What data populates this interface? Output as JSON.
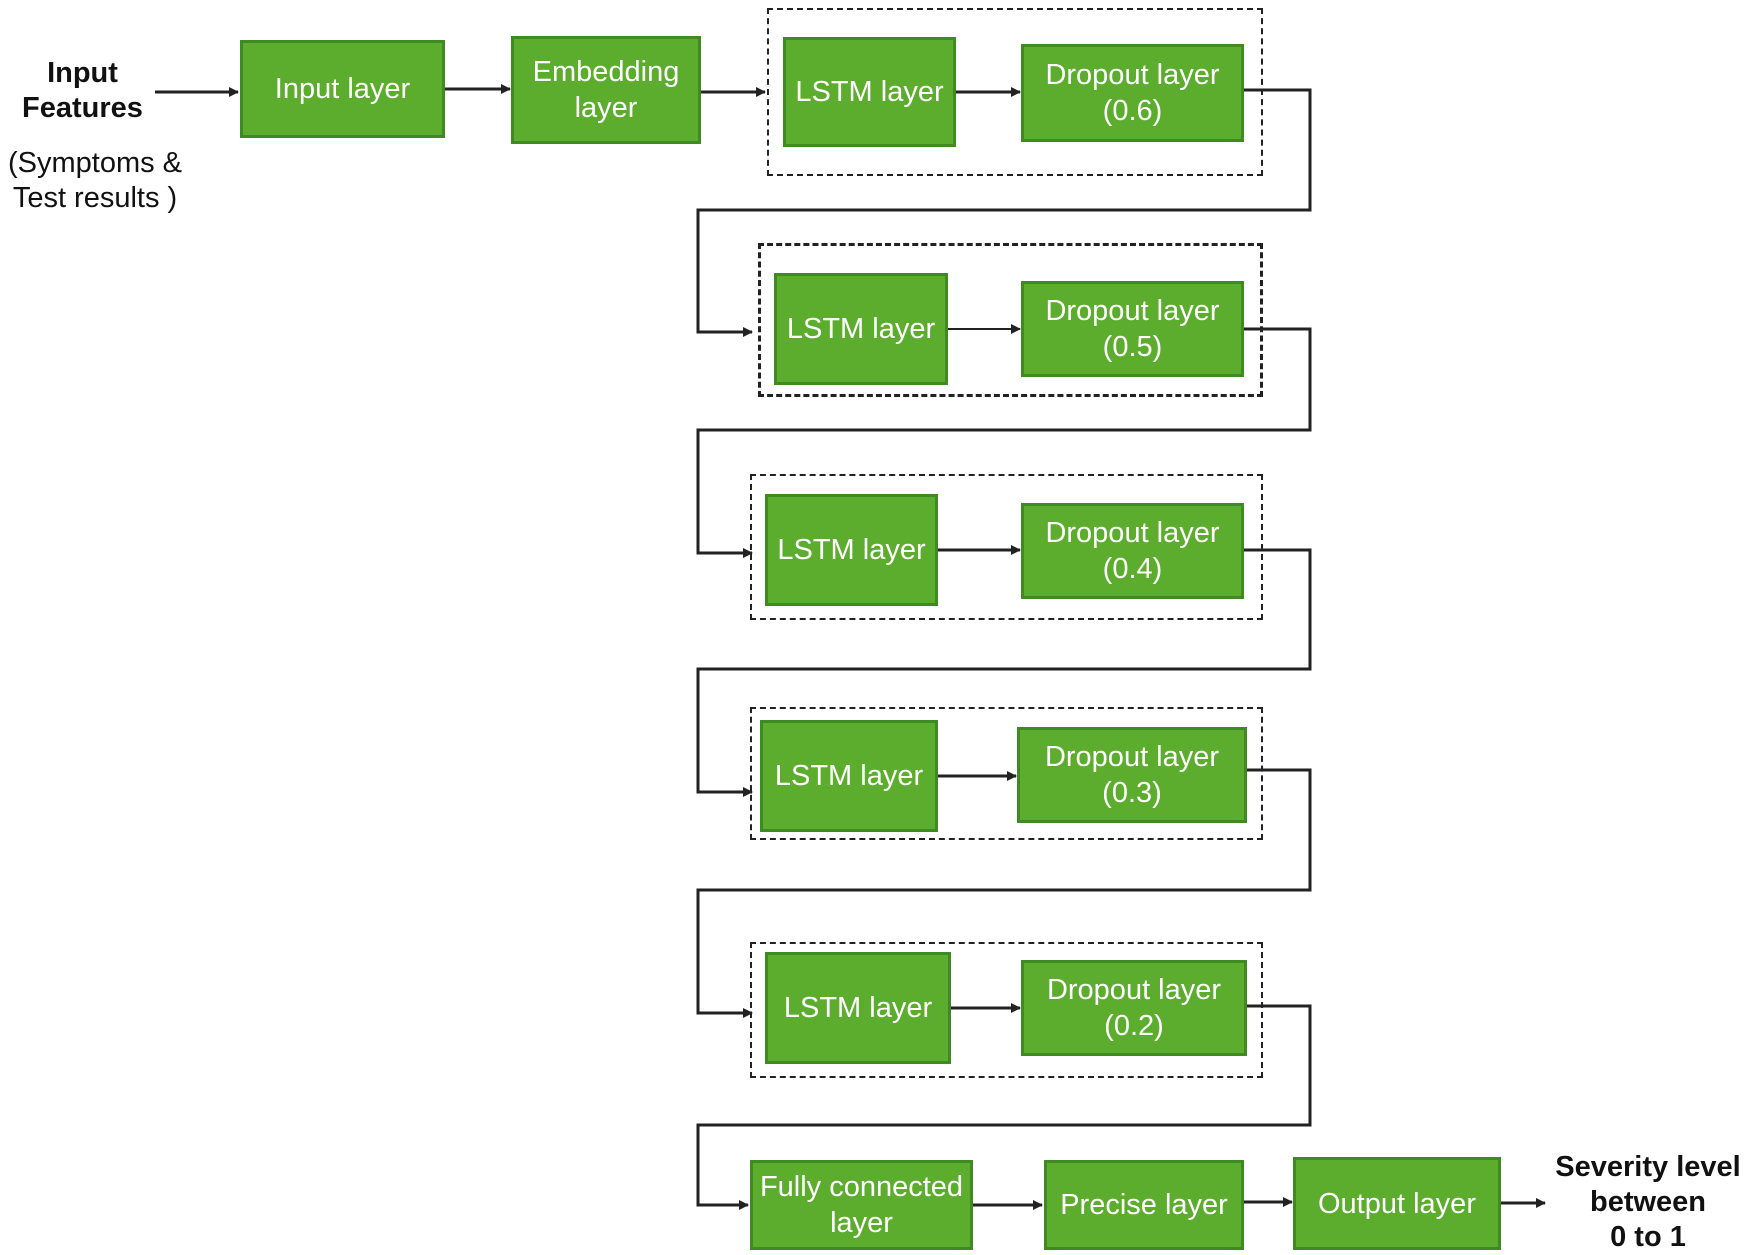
{
  "input": {
    "title": "Input\nFeatures",
    "subtitle": "(Symptoms &\nTest results )"
  },
  "top": {
    "input_layer": "Input layer",
    "embedding_layer": "Embedding\nlayer"
  },
  "stacks": [
    {
      "lstm": "LSTM layer",
      "dropout": "Dropout layer\n(0.6)"
    },
    {
      "lstm": "LSTM layer",
      "dropout": "Dropout layer\n(0.5)"
    },
    {
      "lstm": "LSTM layer",
      "dropout": "Dropout layer\n(0.4)"
    },
    {
      "lstm": "LSTM layer",
      "dropout": "Dropout layer\n(0.3)"
    },
    {
      "lstm": "LSTM layer",
      "dropout": "Dropout layer\n(0.2)"
    }
  ],
  "bottom": {
    "fully_connected": "Fully connected\nlayer",
    "precise": "Precise layer",
    "output": "Output layer"
  },
  "result": {
    "label": "Severity level\nbetween\n0 to 1"
  },
  "colors": {
    "box_fill": "#5cac2d",
    "box_border": "#3f8a22",
    "line": "#222222"
  }
}
